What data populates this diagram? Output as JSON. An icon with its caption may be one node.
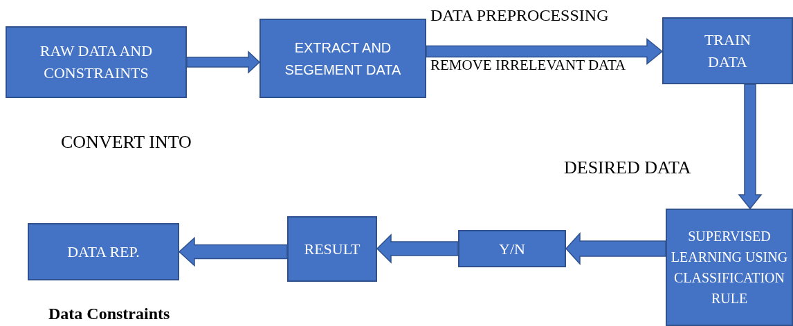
{
  "diagram": {
    "nodes": [
      {
        "text": [
          "RAW DATA AND CONSTRAINTS"
        ]
      },
      {
        "text": [
          "EXTRACT AND SEGEMENT DATA"
        ]
      },
      {
        "text": [
          "TRAIN DATA"
        ]
      },
      {
        "text": [
          "SUPERVISED LEARNING USING CLASSIFICATION RULE"
        ]
      },
      {
        "text": [
          "Y/N"
        ]
      },
      {
        "text": [
          "RESULT"
        ]
      },
      {
        "text": [
          "DATA REP."
        ]
      }
    ],
    "edges": [
      {
        "from": 0,
        "to": 1,
        "arrow": "to"
      },
      {
        "from": 1,
        "to": 2,
        "arrow": "to"
      },
      {
        "from": 2,
        "to": 3,
        "arrow": "to"
      },
      {
        "from": 3,
        "to": 4,
        "arrow": "to"
      },
      {
        "from": 4,
        "to": 5,
        "arrow": "to"
      },
      {
        "from": 5,
        "to": 6,
        "arrow": "to"
      }
    ],
    "labels": [
      "DATA PREPROCESSING",
      "REMOVE IRRELEVANT DATA",
      "CONVERT INTO",
      "DESIRED DATA",
      "Data Constraints"
    ]
  }
}
